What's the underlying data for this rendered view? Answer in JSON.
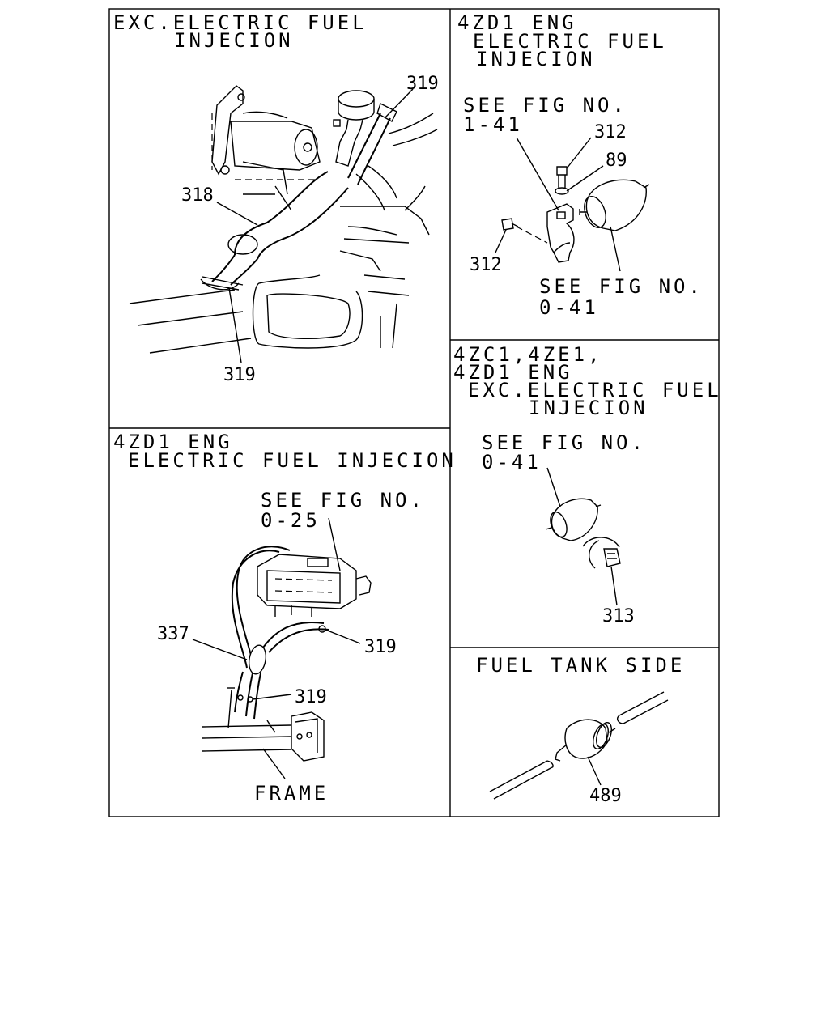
{
  "panels": {
    "top_left": {
      "title_line1": "EXC.ELECTRIC FUEL",
      "title_line2": "INJECION",
      "callouts": [
        "319",
        "318",
        "319"
      ]
    },
    "top_right": {
      "title_line1": "4ZD1 ENG",
      "title_line2": "ELECTRIC FUEL",
      "title_line3": "INJECION",
      "ref1_line1": "SEE FIG NO.",
      "ref1_line2": "1-41",
      "ref2_line1": "SEE FIG NO.",
      "ref2_line2": "0-41",
      "callouts": [
        "312",
        "89",
        "312"
      ]
    },
    "mid_right": {
      "title_line1": "4ZC1,4ZE1,",
      "title_line2": "4ZD1 ENG",
      "title_line3": "EXC.ELECTRIC FUEL",
      "title_line4": "INJECION",
      "ref_line1": "SEE FIG NO.",
      "ref_line2": "0-41",
      "callouts": [
        "313"
      ]
    },
    "bottom_left": {
      "title_line1": "4ZD1 ENG",
      "title_line2": "ELECTRIC FUEL INJECION",
      "ref_line1": "SEE FIG NO.",
      "ref_line2": "0-25",
      "frame_label": "FRAME",
      "callouts": [
        "337",
        "319",
        "319"
      ]
    },
    "bottom_right": {
      "title": "FUEL TANK SIDE",
      "callouts": [
        "489"
      ]
    }
  }
}
